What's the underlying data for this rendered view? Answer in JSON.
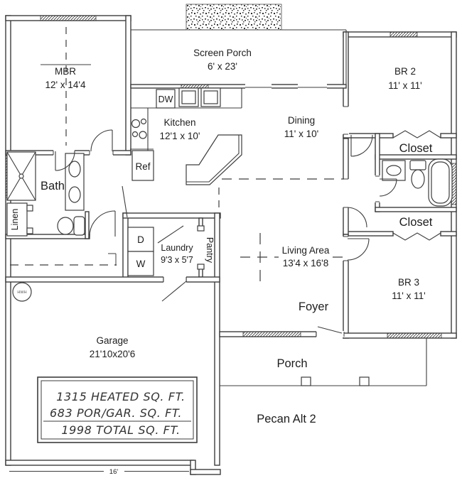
{
  "title": {
    "plan_name": "Pecan Alt 2"
  },
  "rooms": {
    "mbr": {
      "label": "MBR",
      "dims": "12' x 14'4"
    },
    "screen_porch": {
      "label": "Screen Porch",
      "dims": "6' x 23'"
    },
    "kitchen": {
      "label": "Kitchen",
      "dims": "12'1 x 10'"
    },
    "dining": {
      "label": "Dining",
      "dims": "11' x 10'"
    },
    "br2": {
      "label": "BR 2",
      "dims": "11' x 11'"
    },
    "br3": {
      "label": "BR 3",
      "dims": "11' x 11'"
    },
    "living": {
      "label": "Living Area",
      "dims": "13'4 x 16'8"
    },
    "laundry": {
      "label": "Laundry",
      "dims": "9'3 x 5'7"
    },
    "garage": {
      "label": "Garage",
      "dims": "21'10x20'6"
    },
    "bath": {
      "label": "Bath"
    },
    "foyer": {
      "label": "Foyer"
    },
    "porch": {
      "label": "Porch"
    }
  },
  "closets": {
    "closet_top": "Closet",
    "closet_bottom": "Closet",
    "linen": "Linen",
    "pantry": "Pantry"
  },
  "appliances": {
    "dishwasher": "DW",
    "refrigerator": "Ref",
    "dryer": "D",
    "washer": "W",
    "water_heater": "HWH"
  },
  "area_summary": {
    "heated": "1315 HEATED SQ. FT.",
    "por_gar": "683 POR/GAR. SQ. FT.",
    "total": "1998 TOTAL SQ. FT."
  },
  "dimensions": {
    "garage_door_width": "16'"
  },
  "colors": {
    "line": "#3d3d3d",
    "text": "#1d1d1d",
    "background": "#ffffff"
  }
}
